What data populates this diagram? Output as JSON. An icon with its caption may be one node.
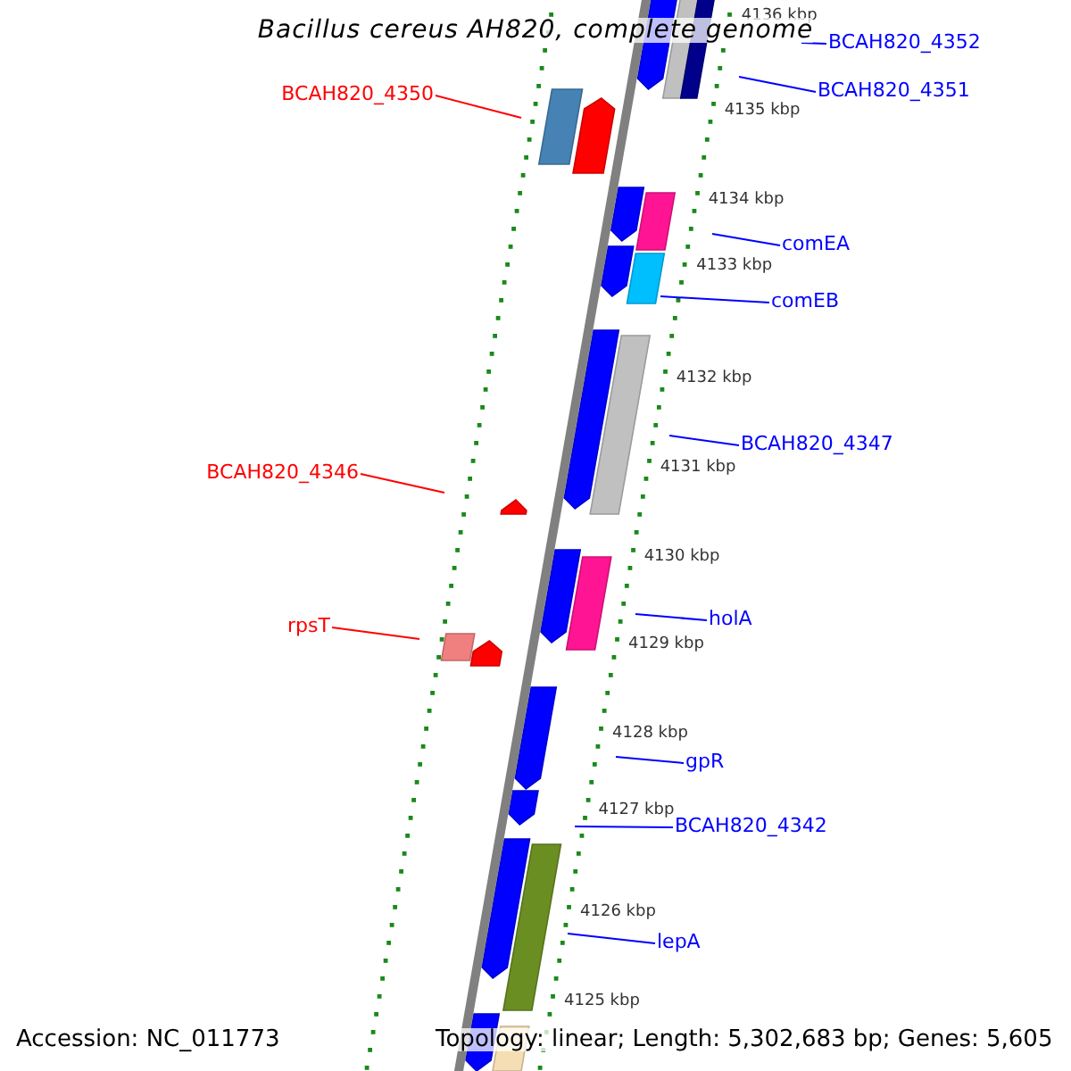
{
  "diagram": {
    "title": "Bacillus cereus AH820, complete genome",
    "nodes": [
      {
        "text": [
          "BCAH820_4352"
        ]
      },
      {
        "text": [
          "BCAH820_4350"
        ]
      },
      {
        "text": [
          "BCAH820_4351"
        ]
      },
      {
        "text": [
          "comEA"
        ]
      },
      {
        "text": [
          "comEB"
        ]
      },
      {
        "text": [
          "BCAH820_4347"
        ]
      },
      {
        "text": [
          "BCAH820_4346"
        ]
      },
      {
        "text": [
          "rpsT"
        ]
      },
      {
        "text": [
          "holA"
        ]
      },
      {
        "text": [
          "gpR"
        ]
      },
      {
        "text": [
          "BCAH820_4342"
        ]
      },
      {
        "text": [
          "lepA"
        ]
      }
    ],
    "edges": [
      {
        "from": 0,
        "to": null,
        "arrow": "none"
      },
      {
        "from": 1,
        "to": null,
        "arrow": "none",
        "color": "#ff0000"
      },
      {
        "from": 2,
        "to": null,
        "arrow": "none"
      },
      {
        "from": 3,
        "to": null,
        "arrow": "none"
      },
      {
        "from": 4,
        "to": null,
        "arrow": "none"
      },
      {
        "from": 5,
        "to": null,
        "arrow": "none"
      },
      {
        "from": 6,
        "to": null,
        "arrow": "none",
        "color": "#ff0000"
      },
      {
        "from": 7,
        "to": null,
        "arrow": "none",
        "color": "#ff0000"
      },
      {
        "from": 8,
        "to": null,
        "arrow": "none"
      },
      {
        "from": 9,
        "to": null,
        "arrow": "none"
      },
      {
        "from": 10,
        "to": null,
        "arrow": "none"
      },
      {
        "from": 11,
        "to": null,
        "arrow": "none"
      }
    ],
    "labels": [
      "4136 kbp",
      "4135 kbp",
      "4134 kbp",
      "4133 kbp",
      "4132 kbp",
      "4131 kbp",
      "4130 kbp",
      "4129 kbp",
      "4128 kbp",
      "4127 kbp",
      "4126 kbp",
      "4125 kbp",
      "Accession: NC_011773",
      "Topology: linear; Length: 5,302,683 bp; Genes: 5,605"
    ]
  }
}
